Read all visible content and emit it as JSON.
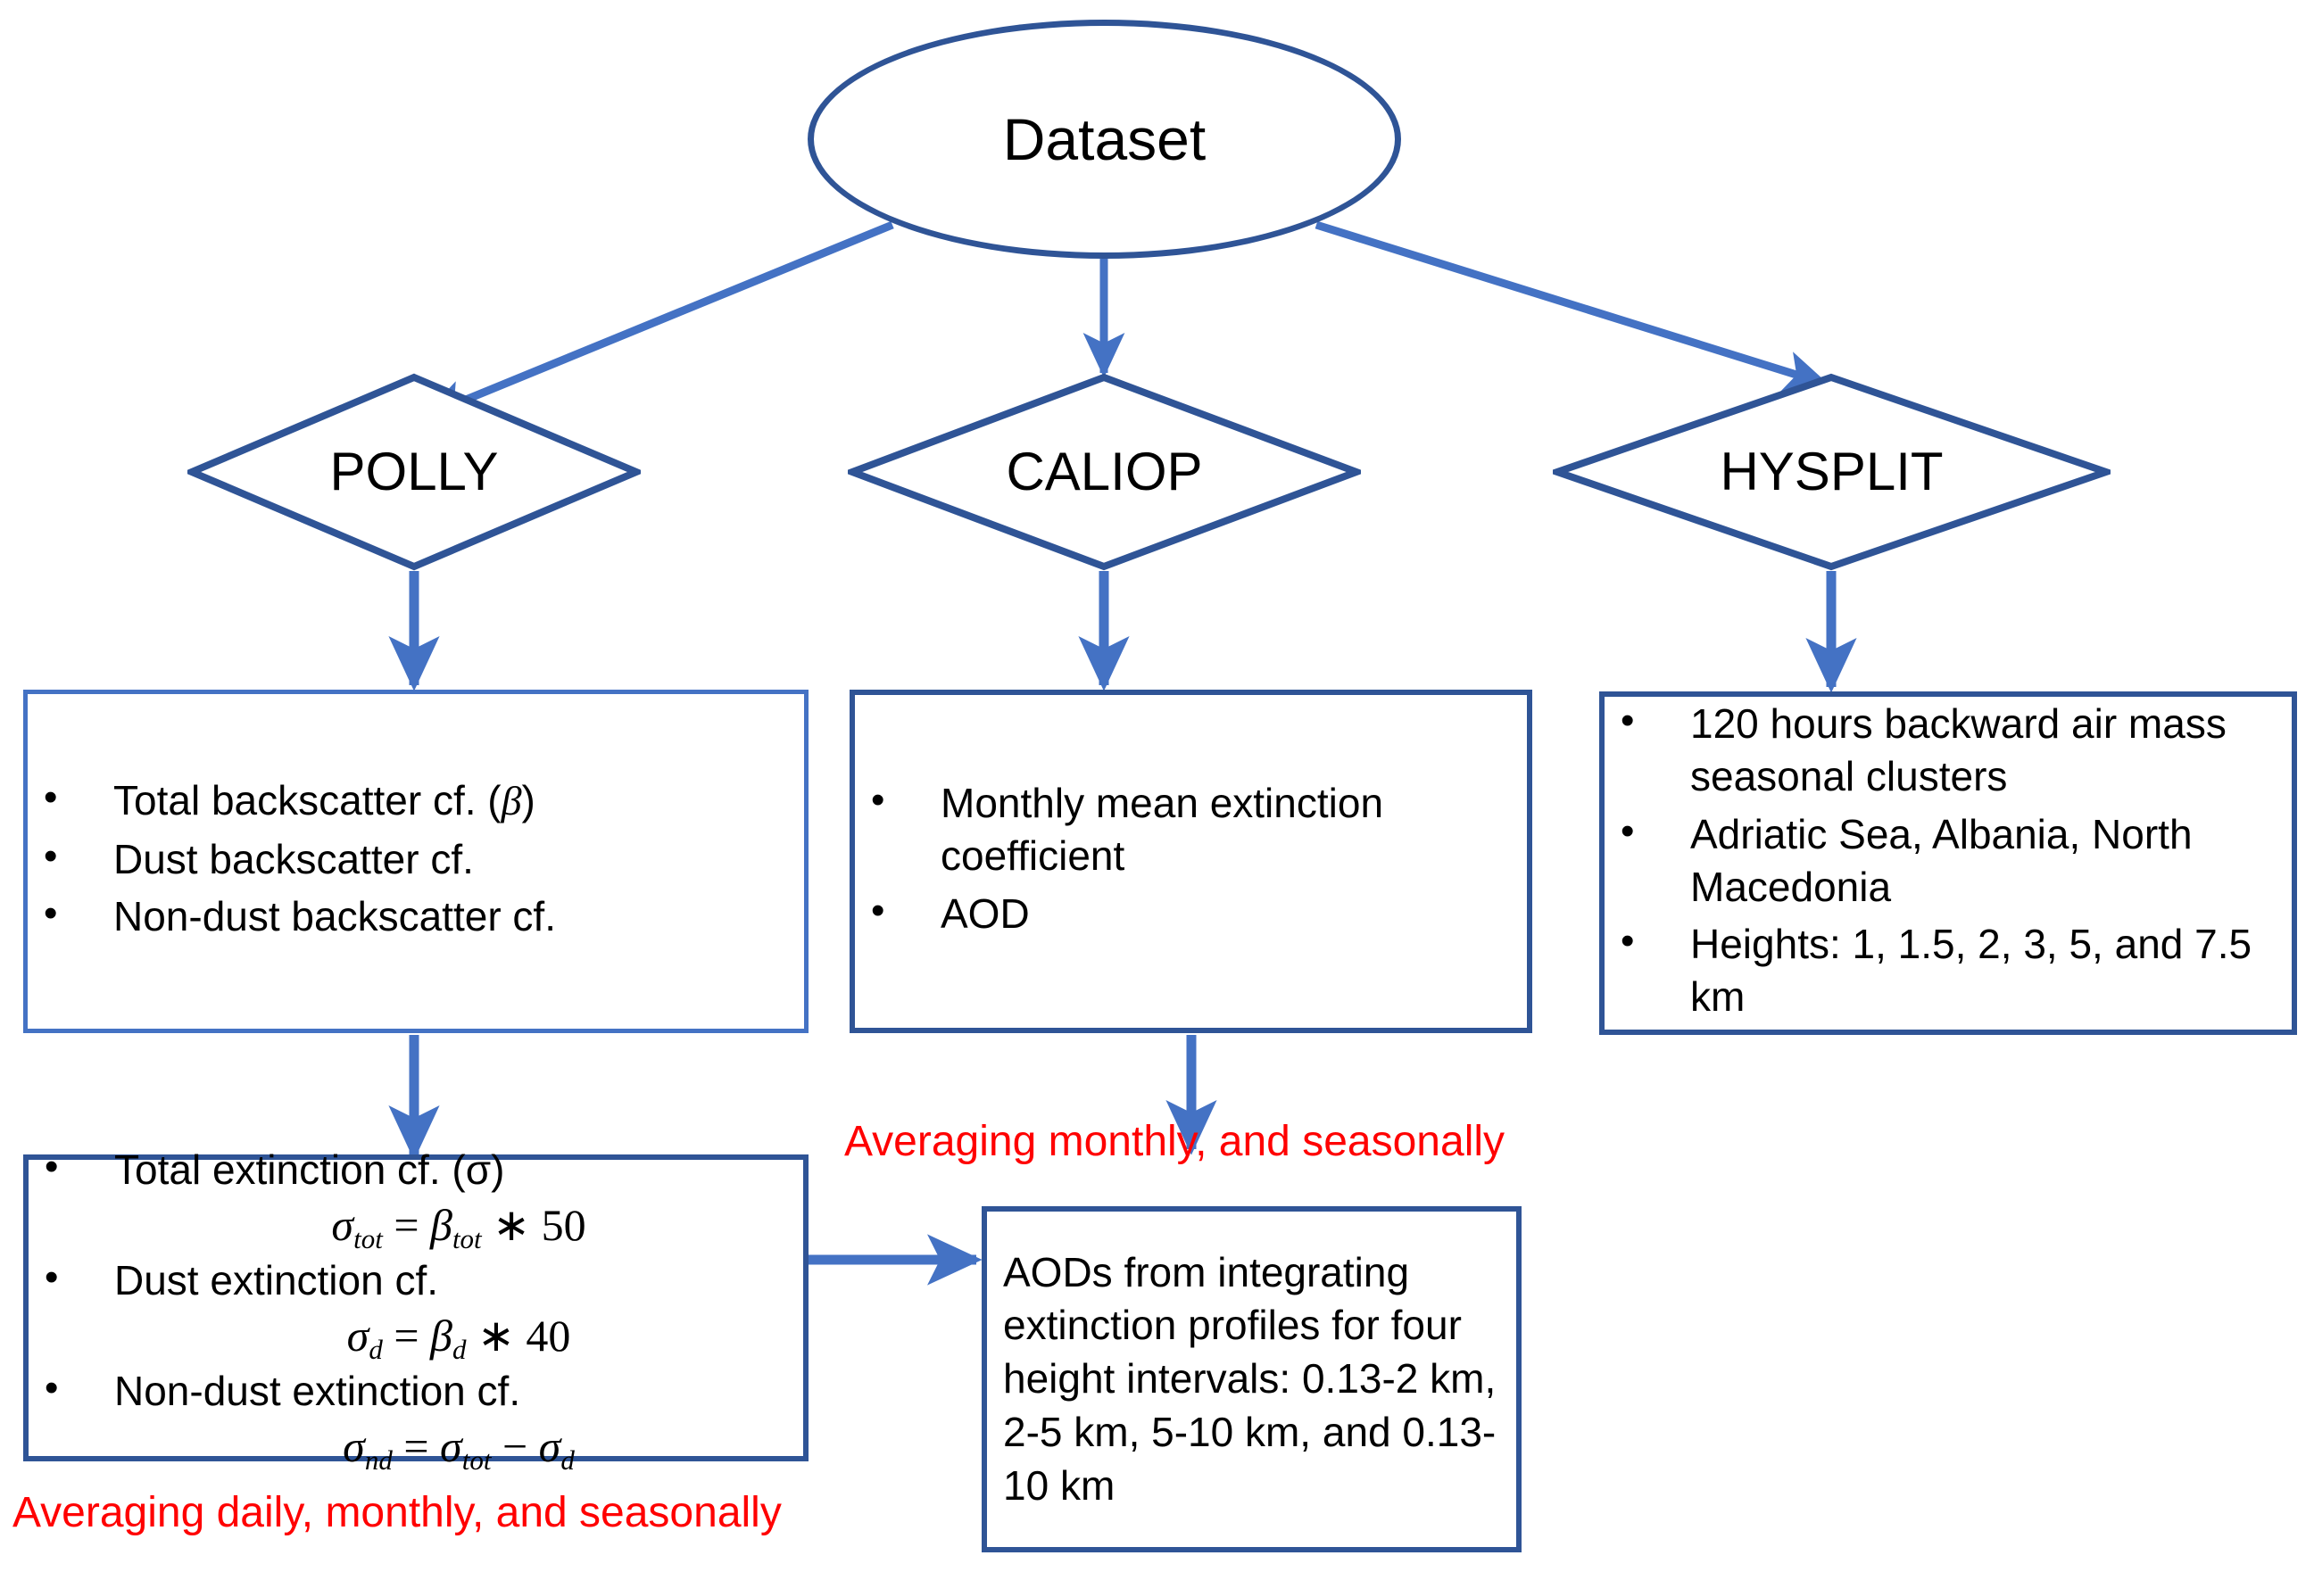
{
  "diagram": {
    "title_node": {
      "label": "Dataset",
      "shape": "ellipse",
      "border_color": "#2F5496"
    },
    "branches": [
      {
        "id": "polly",
        "label": "POLLY",
        "shape": "diamond",
        "border_color": "#2F5496"
      },
      {
        "id": "caliop",
        "label": "CALIOP",
        "shape": "diamond",
        "border_color": "#2F5496"
      },
      {
        "id": "hysplit",
        "label": "HYSPLIT",
        "shape": "diamond",
        "border_color": "#2F5496"
      }
    ],
    "polly_outputs": {
      "border_color": "#4472C4",
      "items": [
        "Total backscatter cf. (β)",
        "Dust backscatter cf.",
        "Non-dust backscatter cf."
      ]
    },
    "caliop_outputs": {
      "border_color": "#2F5496",
      "items": [
        "Monthly mean extinction coefficient",
        "AOD"
      ]
    },
    "hysplit_outputs": {
      "border_color": "#2F5496",
      "items": [
        "120 hours backward air mass seasonal clusters",
        "Adriatic Sea, Albania, North Macedonia",
        "Heights: 1, 1.5, 2, 3, 5, and 7.5 km"
      ]
    },
    "extinction_box": {
      "border_color": "#2F5496",
      "items": [
        {
          "text": "Total extinction cf. (σ)",
          "formula": {
            "lhs_sym": "σ",
            "lhs_sub": "tot",
            "eq": "=",
            "rhs_sym": "β",
            "rhs_sub": "tot",
            "op": "∗",
            "value": "50"
          }
        },
        {
          "text": "Dust extinction cf.",
          "formula": {
            "lhs_sym": "σ",
            "lhs_sub": "d",
            "eq": "=",
            "rhs_sym": "β",
            "rhs_sub": "d",
            "op": "∗",
            "value": "40"
          }
        },
        {
          "text": "Non-dust extinction cf.",
          "formula": {
            "lhs_sym": "σ",
            "lhs_sub": "nd",
            "eq": "=",
            "rhs_sym": "σ",
            "rhs_sub": "tot",
            "op": "−",
            "value": "σ",
            "value_sub": "d"
          }
        }
      ]
    },
    "aod_box": {
      "border_color": "#2F5496",
      "text": "AODs from integrating extinction profiles for four height intervals: 0.13-2 km, 2-5 km, 5-10 km, and 0.13-10 km"
    },
    "notes": [
      {
        "id": "note-monthly-seasonal",
        "text": "Averaging monthly, and seasonally",
        "color": "#FF0000"
      },
      {
        "id": "note-daily-monthly-seasonal",
        "text": "Averaging daily, monthly, and seasonally",
        "color": "#FF0000"
      }
    ],
    "edge_color": "#4472C4"
  }
}
